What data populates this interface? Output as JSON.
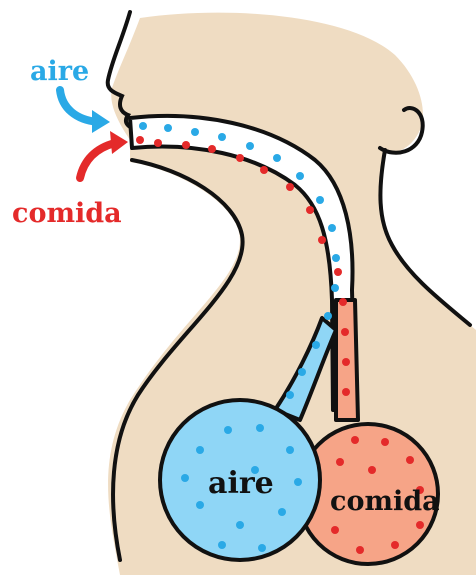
{
  "labels": {
    "air_in": "aire",
    "food_in": "comida",
    "air_sac": "aire",
    "food_sac": "comida"
  },
  "colors": {
    "skin": "#efdcc2",
    "outline": "#111111",
    "air": "#2aa9e6",
    "air_fill": "#8fd6f6",
    "food": "#e42a2a",
    "food_fill": "#f6a487",
    "background": "#ffffff"
  },
  "icons": {
    "air_arrow": "curved-arrow-icon",
    "food_arrow": "curved-arrow-icon"
  }
}
